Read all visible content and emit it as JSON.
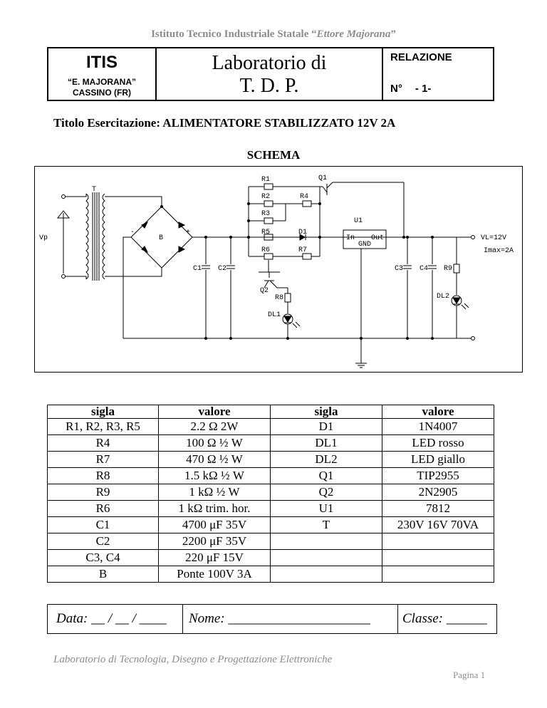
{
  "institute": {
    "prefix": "Istituto Tecnico Industriale Statale “",
    "name": "Ettore Majorana",
    "suffix": "”"
  },
  "header": {
    "school": "ITIS",
    "school_name": "“E. MAJORANA”",
    "school_city": "CASSINO (FR)",
    "lab_line1": "Laboratorio di",
    "lab_line2": "T. D. P.",
    "report_label": "RELAZIONE",
    "number_label": "N°",
    "number_value": "- 1-"
  },
  "title": "Titolo Esercitazione: ALIMENTATORE STABILIZZATO 12V 2A",
  "schema_heading": "SCHEMA",
  "schematic": {
    "labels": {
      "T": "T",
      "Vp": "Vp",
      "B": "B",
      "minus": "-",
      "plus": "+",
      "R1": "R1",
      "R2": "R2",
      "R3": "R3",
      "R4": "R4",
      "R5": "R5",
      "R6": "R6",
      "R7": "R7",
      "R8": "R8",
      "R9": "R9",
      "D1": "D1",
      "Q1": "Q1",
      "Q2": "Q2",
      "U1": "U1",
      "In": "In",
      "Out": "Out",
      "GND": "GND",
      "C1": "C1",
      "C2": "C2",
      "C3": "C3",
      "C4": "C4",
      "DL1": "DL1",
      "DL2": "DL2",
      "VL": "VL=12V",
      "Imax": "Imax=2A"
    }
  },
  "components": {
    "headers": [
      "sigla",
      "valore",
      "sigla",
      "valore"
    ],
    "rows": [
      [
        "R1, R2, R3, R5",
        "2.2 Ω 2W",
        "D1",
        "1N4007"
      ],
      [
        "R4",
        "100 Ω ½ W",
        "DL1",
        "LED rosso"
      ],
      [
        "R7",
        "470 Ω ½ W",
        "DL2",
        "LED giallo"
      ],
      [
        "R8",
        "1.5 kΩ ½ W",
        "Q1",
        "TIP2955"
      ],
      [
        "R9",
        "1 kΩ ½ W",
        "Q2",
        "2N2905"
      ],
      [
        "R6",
        "1 kΩ trim. hor.",
        "U1",
        "7812"
      ],
      [
        "C1",
        "4700 μF 35V",
        "T",
        "230V 16V 70VA"
      ],
      [
        "C2",
        "2200 μF 35V",
        "",
        ""
      ],
      [
        "C3, C4",
        "220 μF 15V",
        "",
        ""
      ],
      [
        "B",
        "Ponte 100V 3A",
        "",
        ""
      ]
    ]
  },
  "footer_fields": {
    "date": "Data: __ / __ / ____",
    "name": "Nome: _____________________",
    "class": "Classe: ______"
  },
  "footer_text": "Laboratorio di Tecnologia, Disegno e Progettazione Elettroniche",
  "page_label": "Pagina 1"
}
